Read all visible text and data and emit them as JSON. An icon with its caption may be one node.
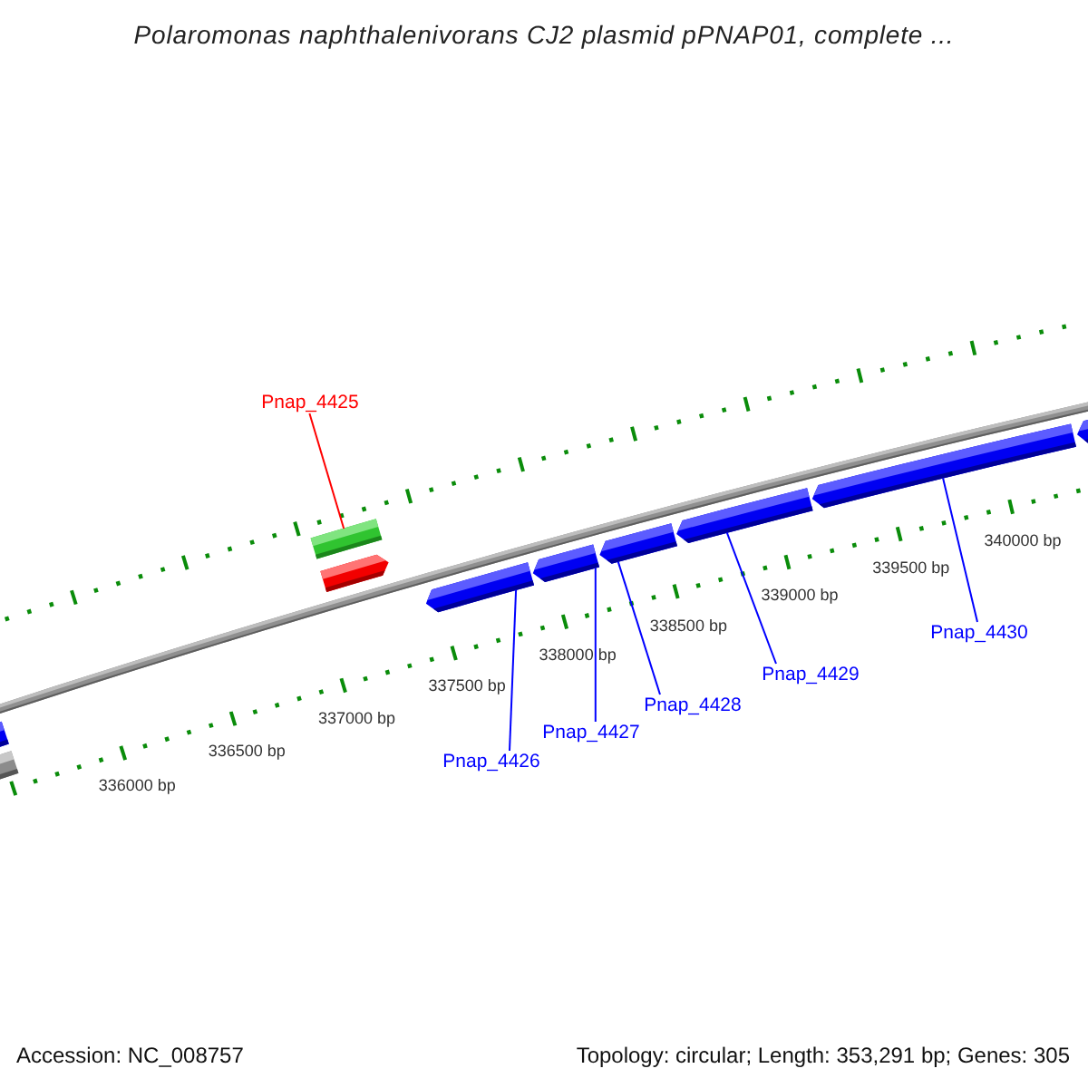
{
  "diagram": {
    "title": "Polaromonas naphthalenivorans CJ2 plasmid pPNAP01, complete ...",
    "nodes": [
      {
        "text": [
          "Pnap_4425"
        ]
      },
      {
        "text": [
          "Pnap_4426"
        ]
      },
      {
        "text": [
          "Pnap_4427"
        ]
      },
      {
        "text": [
          "Pnap_4428"
        ]
      },
      {
        "text": [
          "Pnap_4429"
        ]
      },
      {
        "text": [
          "Pnap_4430"
        ]
      },
      {
        "text": [],
        "shape": "bar"
      },
      {
        "text": [],
        "shape": "bar"
      },
      {
        "text": [],
        "shape": "bar"
      },
      {
        "text": [],
        "shape": "arrow"
      },
      {
        "text": [],
        "shape": "arrow"
      },
      {
        "text": [],
        "shape": "arrow"
      },
      {
        "text": [],
        "shape": "arrow"
      },
      {
        "text": [],
        "shape": "arrow"
      },
      {
        "text": [],
        "shape": "arrow"
      },
      {
        "text": [],
        "shape": "arrow"
      }
    ],
    "edges": [
      {
        "from": 0,
        "to": 8,
        "arrow": "none",
        "color": "#ff0000"
      },
      {
        "from": 1,
        "to": 10,
        "arrow": "none"
      },
      {
        "from": 2,
        "to": 11,
        "arrow": "none"
      },
      {
        "from": 3,
        "to": 12,
        "arrow": "none"
      },
      {
        "from": 4,
        "to": 13,
        "arrow": "none"
      },
      {
        "from": 5,
        "to": 14,
        "arrow": "none"
      }
    ],
    "labels": [
      "336000 bp",
      "336500 bp",
      "337000 bp",
      "337500 bp",
      "338000 bp",
      "338500 bp",
      "339000 bp",
      "339500 bp",
      "340000 bp",
      "Accession: NC_008757",
      "Topology: circular; Length: 353,291 bp; Genes: 305"
    ]
  }
}
